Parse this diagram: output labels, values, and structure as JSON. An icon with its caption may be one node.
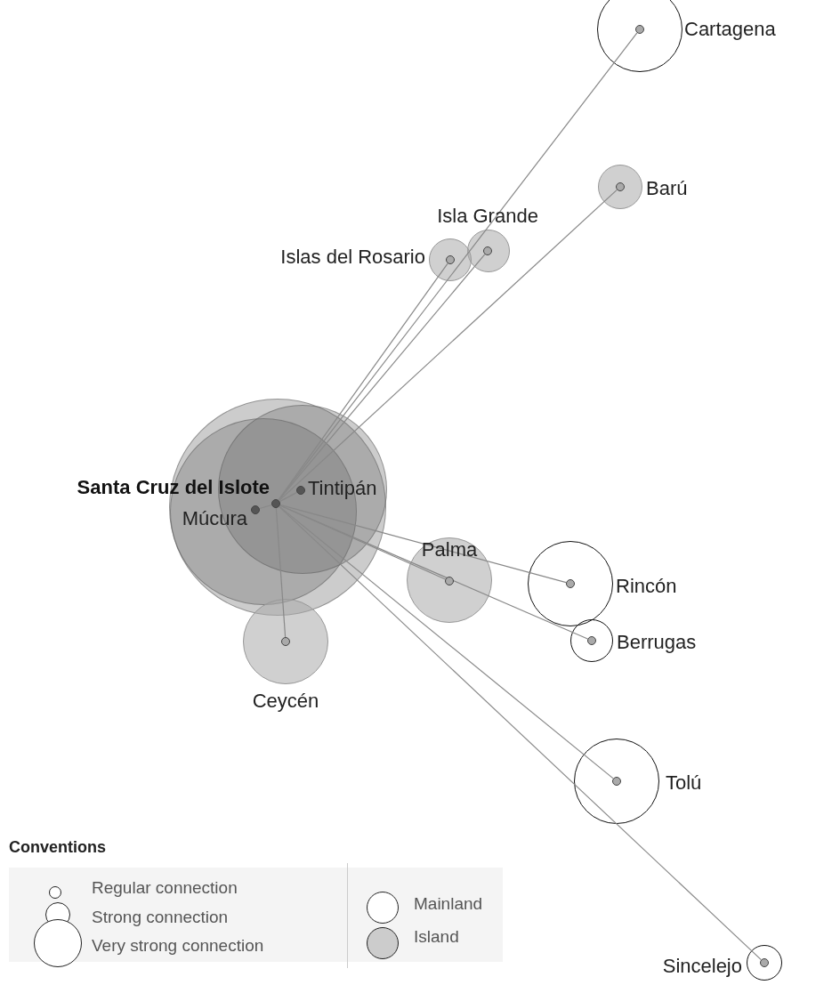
{
  "diagram": {
    "nodes": [
      {
        "text": [
          "Santa Cruz del Islote"
        ]
      },
      {
        "text": [
          "Múcura"
        ]
      },
      {
        "text": [
          "Tintipán"
        ]
      },
      {
        "text": [
          "Cartagena"
        ]
      },
      {
        "text": [
          "Barú"
        ]
      },
      {
        "text": [
          "Isla Grande"
        ]
      },
      {
        "text": [
          "Islas del Rosario"
        ]
      },
      {
        "text": [
          "Palma"
        ]
      },
      {
        "text": [
          "Rincón"
        ]
      },
      {
        "text": [
          "Berrugas"
        ]
      },
      {
        "text": [
          "Ceycén"
        ]
      },
      {
        "text": [
          "Tolú"
        ]
      },
      {
        "text": [
          "Sincelejo"
        ]
      }
    ],
    "edges": [
      {
        "from": 0,
        "to": 1,
        "arrow": "none"
      },
      {
        "from": 0,
        "to": 2,
        "arrow": "none"
      },
      {
        "from": 0,
        "to": 3,
        "arrow": "none"
      },
      {
        "from": 0,
        "to": 4,
        "arrow": "none"
      },
      {
        "from": 0,
        "to": 5,
        "arrow": "none"
      },
      {
        "from": 0,
        "to": 6,
        "arrow": "none"
      },
      {
        "from": 0,
        "to": 7,
        "arrow": "none"
      },
      {
        "from": 0,
        "to": 8,
        "arrow": "none"
      },
      {
        "from": 0,
        "to": 9,
        "arrow": "none"
      },
      {
        "from": 0,
        "to": 10,
        "arrow": "none"
      },
      {
        "from": 0,
        "to": 11,
        "arrow": "none"
      },
      {
        "from": 0,
        "to": 12,
        "arrow": "none"
      }
    ],
    "labels": [
      "Conventions"
    ],
    "legend": [
      {
        "text": "Regular connection"
      },
      {
        "text": "Strong connection"
      },
      {
        "text": "Very strong connection"
      },
      {
        "text": "Mainland",
        "color": "#ffffff"
      },
      {
        "text": "Island",
        "color": "#cccccc"
      }
    ]
  }
}
